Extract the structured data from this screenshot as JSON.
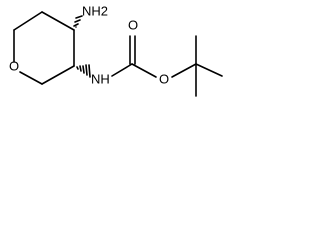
{
  "molecule": {
    "atom_labels": {
      "amine_nh2": "NH2",
      "ring_oxygen": "O",
      "carbamate_nh": "NH",
      "carbonyl_oxygen": "O",
      "ester_oxygen": "O"
    }
  }
}
